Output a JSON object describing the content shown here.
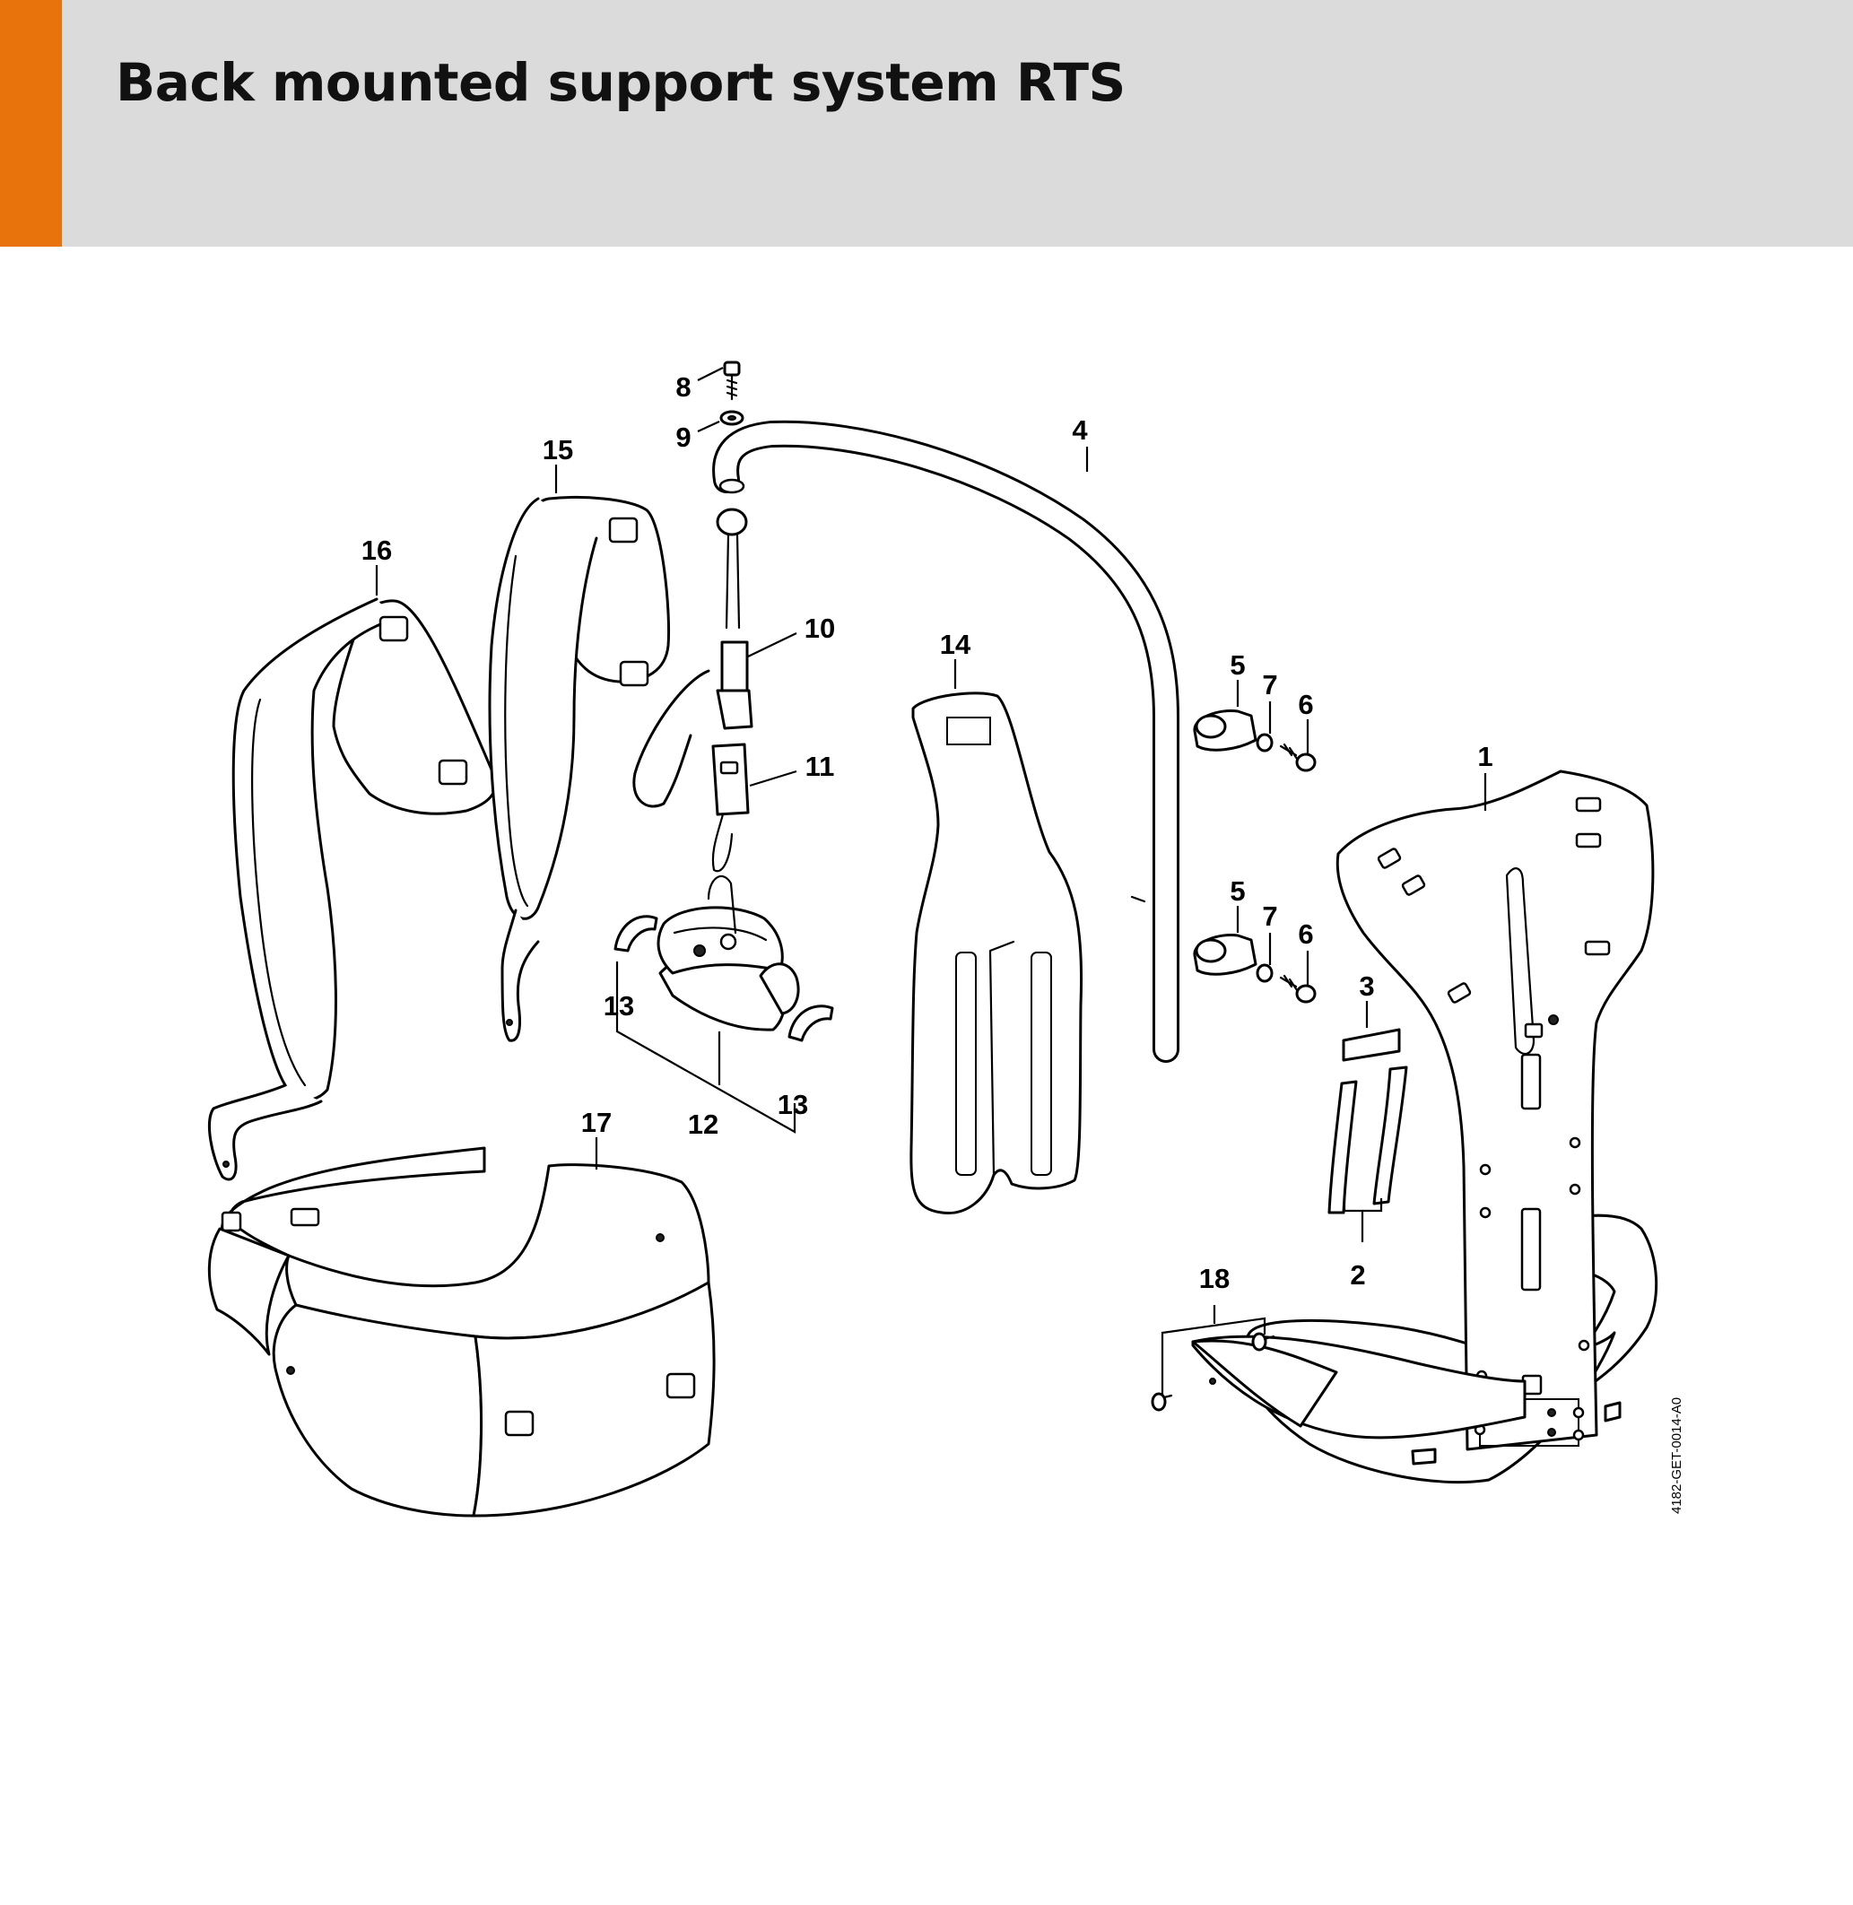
{
  "header": {
    "title": "Back mounted support system RTS",
    "accent_color": "#e8730c",
    "background_color": "#dadbda"
  },
  "diagram": {
    "reference_code": "4182-GET-0014-A0",
    "callouts": [
      "1",
      "2",
      "3",
      "4",
      "5",
      "5",
      "6",
      "6",
      "7",
      "7",
      "8",
      "9",
      "10",
      "11",
      "12",
      "13",
      "13",
      "14",
      "15",
      "16",
      "17",
      "18"
    ]
  }
}
